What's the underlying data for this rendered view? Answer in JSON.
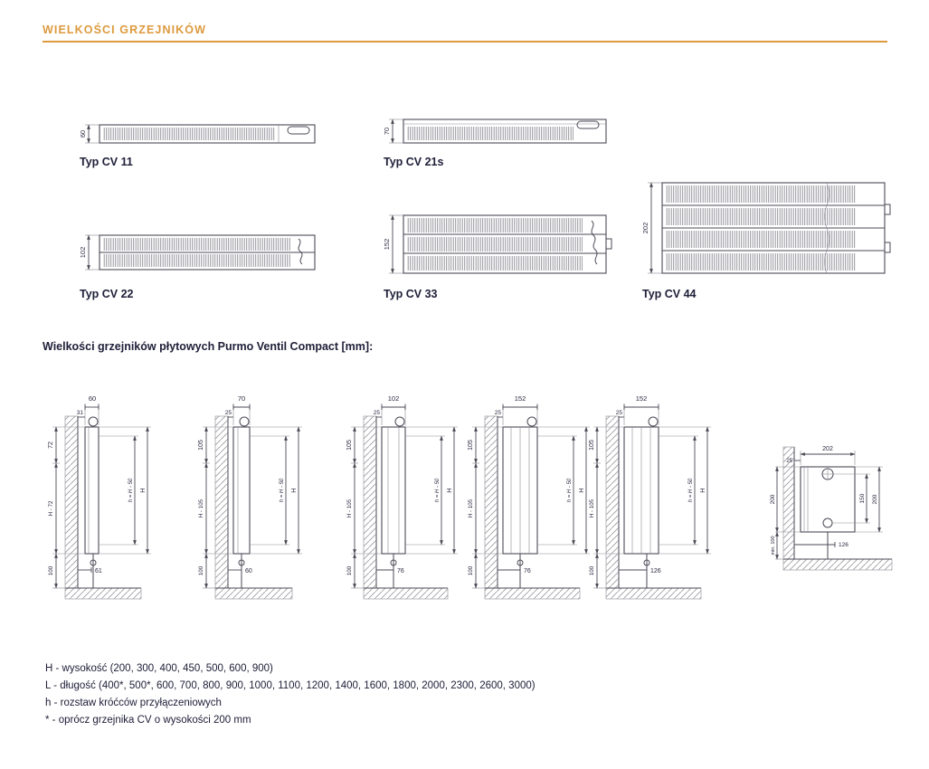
{
  "page": {
    "title": "WIELKOŚCI GRZEJNIKÓW",
    "accent_color": "#dd9a3e"
  },
  "cross_sections": [
    {
      "label": "Typ CV 11",
      "depth": "60"
    },
    {
      "label": "Typ CV 21s",
      "depth": "70"
    },
    {
      "label": "Typ CV 22",
      "depth": "102"
    },
    {
      "label": "Typ CV 33",
      "depth": "152"
    },
    {
      "label": "Typ CV 44",
      "depth": "202"
    }
  ],
  "section_heading": "Wielkości grzejników płytowych Purmo Ventil Compact [mm]:",
  "side_views": [
    {
      "depth": "60",
      "wall_gap": "31",
      "top_offset": "72",
      "mid_height": "H - 72",
      "bottom_clearance": "100",
      "pipe_spacing": "h = H - 50",
      "height": "H",
      "bottom_width": "61"
    },
    {
      "depth": "70",
      "wall_gap": "25",
      "top_offset": "105",
      "mid_height": "H - 105",
      "bottom_clearance": "100",
      "pipe_spacing": "h = H - 50",
      "height": "H",
      "bottom_width": "60"
    },
    {
      "depth": "102",
      "wall_gap": "25",
      "top_offset": "105",
      "mid_height": "H - 105",
      "bottom_clearance": "100",
      "pipe_spacing": "h = H - 50",
      "height": "H",
      "bottom_width": "76"
    },
    {
      "depth": "152",
      "wall_gap": "25",
      "top_offset": "105",
      "mid_height": "H - 105",
      "bottom_clearance": "100",
      "pipe_spacing": "h = H - 50",
      "height": "H",
      "bottom_width": "76"
    },
    {
      "depth": "152",
      "wall_gap": "25",
      "top_offset": "105",
      "mid_height": "H - 105",
      "bottom_clearance": "100",
      "pipe_spacing": "h = H - 50",
      "height": "H",
      "bottom_width": "126"
    }
  ],
  "detail_view": {
    "depth": "202",
    "wall_gap": "25",
    "left_height": "200",
    "inner_height": "150",
    "right_height": "200",
    "floor_clearance": "min. 100",
    "bottom_width": "126"
  },
  "legend": {
    "line1": "H - wysokość (200, 300, 400, 450, 500, 600, 900)",
    "line2": "L - długość (400*, 500*, 600, 700, 800, 900, 1000, 1100, 1200, 1400, 1600, 1800, 2000, 2300, 2600, 3000)",
    "line3": "h - rozstaw króćców przyłączeniowych",
    "line4": "* - oprócz grzejnika CV o wysokości 200 mm"
  }
}
